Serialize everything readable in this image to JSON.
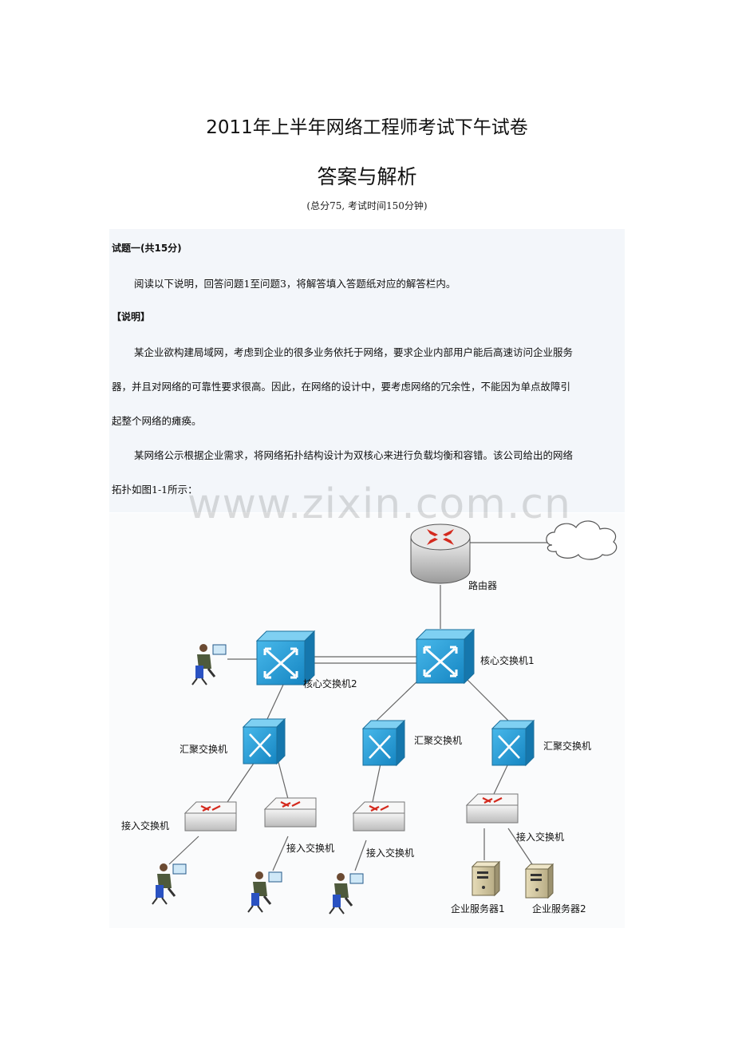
{
  "doc": {
    "title_line1": "2011年上半年网络工程师考试下午试卷",
    "title_line2": "答案与解析",
    "subtitle": "(总分75, 考试时间150分钟)"
  },
  "section": {
    "heading": "试题一(共15分)",
    "instruction": "阅读以下说明，回答问题1至问题3，将解答填入答题纸对应的解答栏内。",
    "note_label": "【说明】",
    "para1_line1": "某企业欲构建局域网，考虑到企业的很多业务依托于网络，要求企业内部用户能后高速访问企业服务",
    "para1_line2": "器，并且对网络的可靠性要求很高。因此，在网络的设计中，要考虑网络的冗余性，不能因为单点故障引",
    "para1_line3": "起整个网络的瘫痪。",
    "para2_line1": "某网络公示根据企业需求，将网络拓扑结构设计为双核心来进行负载均衡和容错。该公司给出的网络",
    "para2_line2": "拓扑如图1-1所示："
  },
  "watermark": "www.zixin.com.cn",
  "diagram": {
    "router": "路由器",
    "core1": "核心交换机1",
    "core2": "核心交换机2",
    "agg_left": "汇聚交换机",
    "agg_mid": "汇聚交换机",
    "agg_right": "汇聚交换机",
    "access1": "接入交换机",
    "access2": "接入交换机",
    "access3": "接入交换机",
    "access4": "接入交换机",
    "server1": "企业服务器1",
    "server2": "企业服务器2"
  },
  "colors": {
    "switch_blue": "#2a9fd6",
    "router_red": "#d42a1e",
    "panel_bg": "#f3f6fa"
  }
}
